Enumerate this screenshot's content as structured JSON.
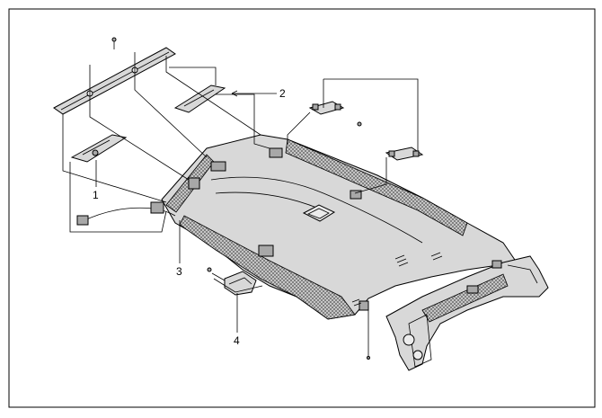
{
  "callouts": [
    {
      "id": "1",
      "label": "1"
    },
    {
      "id": "2",
      "label": "2"
    },
    {
      "id": "3",
      "label": "3"
    },
    {
      "id": "4",
      "label": "4"
    }
  ],
  "colors": {
    "line": "#000000",
    "part_fill": "#d8d8d8",
    "hatch": "#6a6a6a",
    "background": "#ffffff"
  }
}
